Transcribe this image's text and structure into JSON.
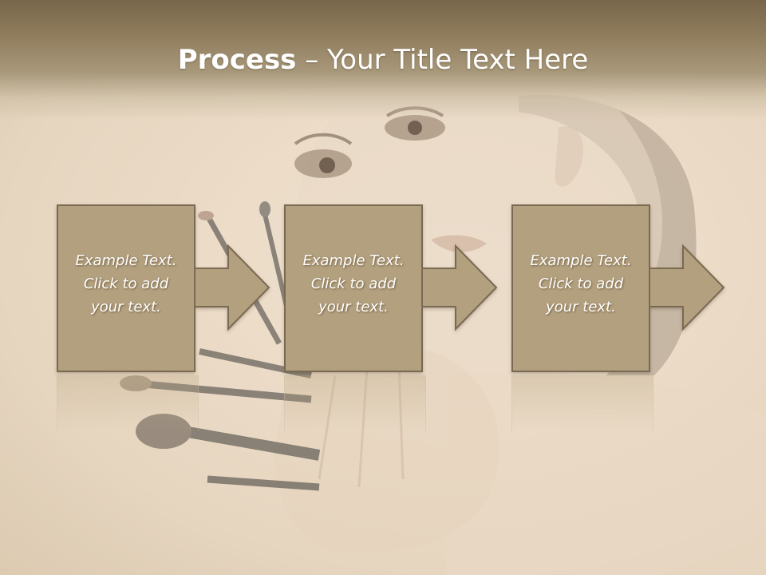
{
  "slide": {
    "title_bold": "Process",
    "title_rest": " – Your Title Text Here"
  },
  "steps": [
    {
      "line1": "Example Text.",
      "line2": "Click  to add",
      "line3": "your text."
    },
    {
      "line1": "Example Text.",
      "line2": "Click  to add",
      "line3": "your text."
    },
    {
      "line1": "Example Text.",
      "line2": "Click  to add",
      "line3": "your text."
    }
  ],
  "colors": {
    "title_band": "#8f7d5d",
    "box_fill": "#b3a07f",
    "box_border": "#7a6a52",
    "text": "#ffffff"
  },
  "icons": [
    "right-arrow-icon"
  ]
}
